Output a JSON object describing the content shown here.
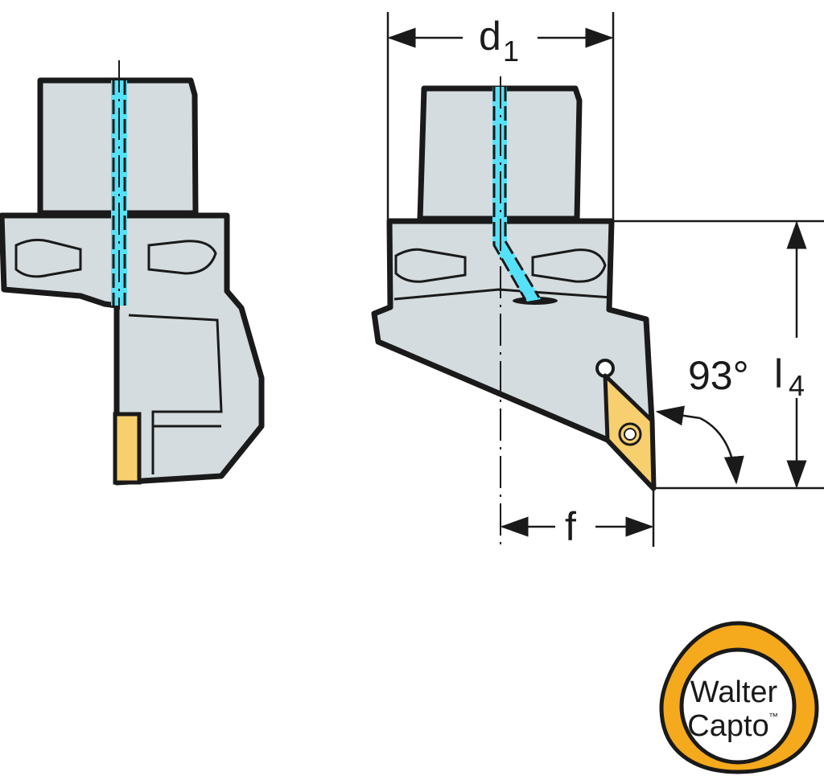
{
  "dimensions": {
    "d1": {
      "symbol": "d",
      "sub": "1"
    },
    "l4": {
      "symbol": "l",
      "sub": "4"
    },
    "f": {
      "symbol": "f"
    },
    "angle": "93°"
  },
  "logo": {
    "line1": "Walter",
    "line2": "Capto",
    "tm": "™"
  },
  "colors": {
    "body": "#d4dcdf",
    "coolant": "#55e2f8",
    "insert": "#f7cf6e",
    "logo_ring": "#f5a91c",
    "line": "#1a1a1a"
  }
}
